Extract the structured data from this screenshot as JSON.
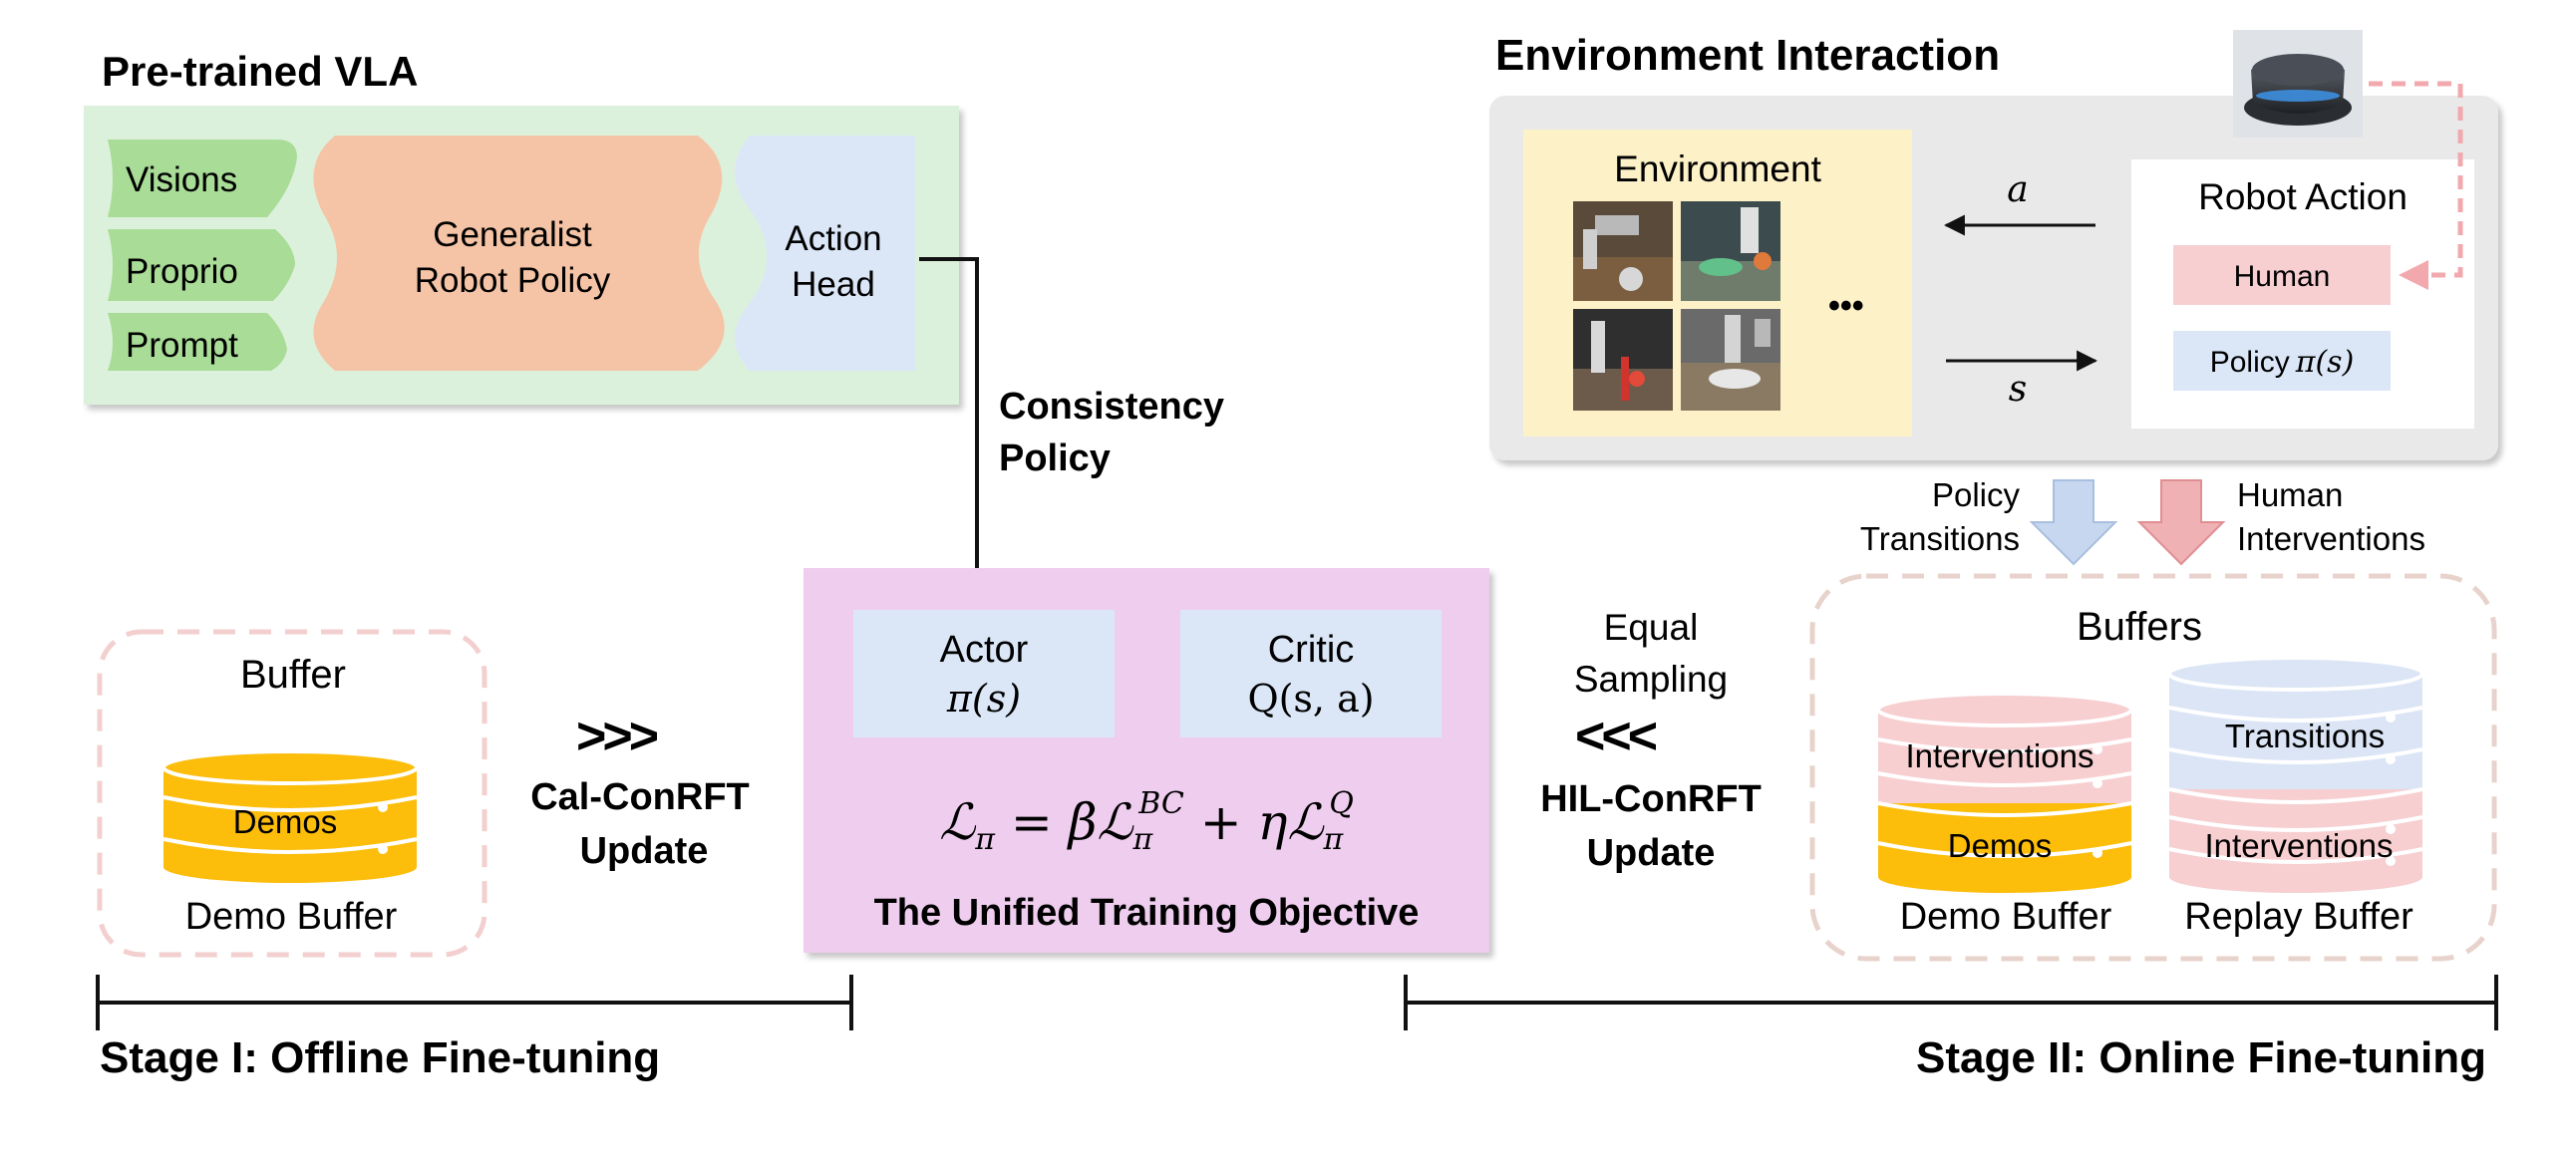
{
  "vla": {
    "title": "Pre-trained VLA",
    "inputs": [
      "Visions",
      "Proprio",
      "Prompt"
    ],
    "policy_line1": "Generalist",
    "policy_line2": "Robot Policy",
    "head_line1": "Action",
    "head_line2": "Head"
  },
  "consistency": {
    "line1": "Consistency",
    "line2": "Policy"
  },
  "env": {
    "title": "Environment Interaction",
    "environment_label": "Environment",
    "ellipsis": "•••",
    "action_symbol": "a",
    "state_symbol": "s",
    "robot_action_label": "Robot Action",
    "human_label": "Human",
    "policy_label": "Policy",
    "policy_math": "π(s)"
  },
  "flow": {
    "policy_transitions_1": "Policy",
    "policy_transitions_2": "Transitions",
    "human_interventions_1": "Human",
    "human_interventions_2": "Interventions"
  },
  "offline": {
    "buffer_title": "Buffer",
    "demos": "Demos",
    "demo_buffer": "Demo Buffer",
    "chevrons": ">>>",
    "update_1": "Cal-ConRFT",
    "update_2": "Update"
  },
  "unified": {
    "actor": "Actor",
    "actor_math": "π(s)",
    "critic": "Critic",
    "critic_math": "Q(s, a)",
    "objective_title": "The Unified Training Objective"
  },
  "online": {
    "equal_1": "Equal",
    "equal_2": "Sampling",
    "chevrons": "<<<",
    "update_1": "HIL-ConRFT",
    "update_2": "Update",
    "buffers_title": "Buffers",
    "interventions": "Interventions",
    "demos": "Demos",
    "demo_buffer": "Demo Buffer",
    "transitions": "Transitions",
    "replay_buffer": "Replay Buffer"
  },
  "stages": {
    "stage1": "Stage I: Offline Fine-tuning",
    "stage2": "Stage II: Online Fine-tuning"
  },
  "colors": {
    "vla_bg": "#dcf1dc",
    "input_green": "#a9dc96",
    "policy_salmon": "#f5c4a6",
    "head_blue": "#dbe7f7",
    "env_gray": "#e9e9e9",
    "env_yellow": "#fdf1c8",
    "human_pink": "#f7cfd1",
    "policy_blue": "#dbe7f7",
    "unified_pink": "#efcdee",
    "buffer_border": "#f3cfcf",
    "buffers_border": "#e8d3cc",
    "demo_gold": "#fcbd0b",
    "int_pink": "#f7cfd1",
    "trans_blue": "#dbe5f5",
    "arrow_blue": "#c6d7ef",
    "arrow_pink": "#efb1b3"
  }
}
